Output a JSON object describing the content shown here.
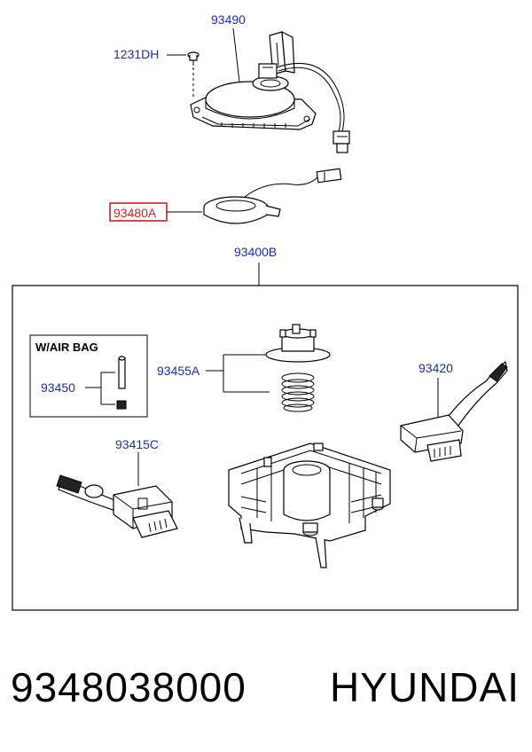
{
  "labels": {
    "clock_spring": "93490",
    "screw": "1231DH",
    "pad": "93480A",
    "switch_assy": "93400B",
    "air_bag_title": "W/AIR BAG",
    "air_bag_part": "93450",
    "spring_set": "93455A",
    "wiper_switch": "93420",
    "light_switch": "93415C"
  },
  "footer": {
    "part_number": "9348038000",
    "brand": "HYUNDAI"
  },
  "colors": {
    "label_text": "#1f2fa0",
    "highlight_box": "#d0202a"
  }
}
